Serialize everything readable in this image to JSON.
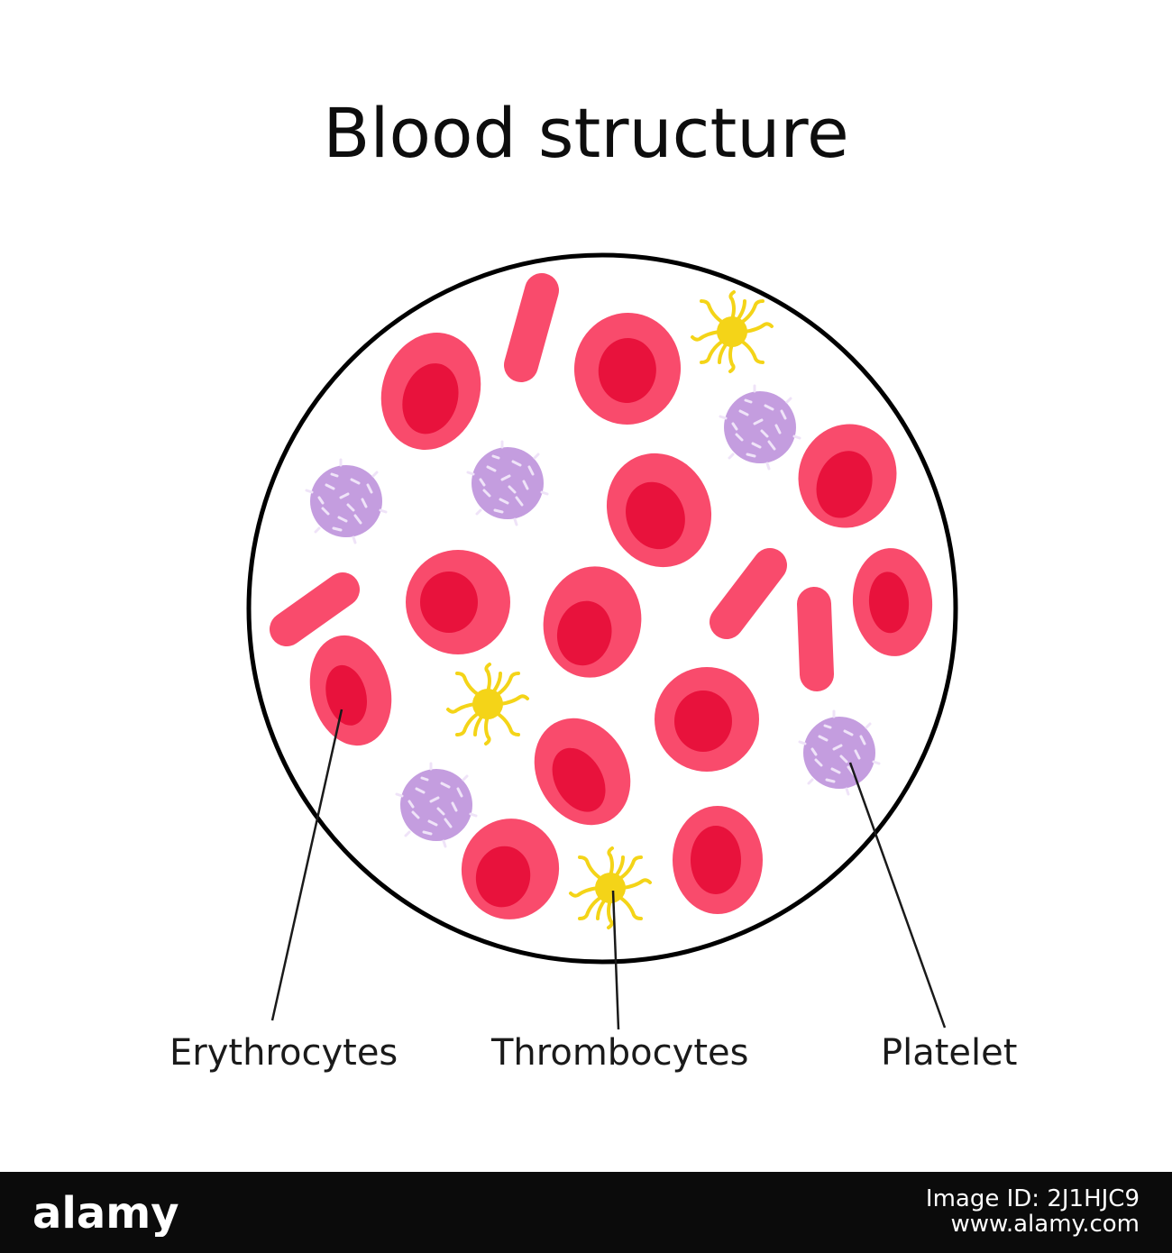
{
  "title": "Blood structure",
  "labels": {
    "erythrocytes": "Erythrocytes",
    "thrombocytes": "Thrombocytes",
    "platelet": "Platelet"
  },
  "colors": {
    "background": "#ffffff",
    "outline": "#000000",
    "erythrocyte_outer": "#f94b6c",
    "erythrocyte_inner": "#e8123c",
    "leukocyte_body": "#c49ddf",
    "leukocyte_marks": "#efe3f8",
    "thrombocyte": "#f4d418",
    "footer": "#0b0b0b"
  },
  "footer": {
    "brand": "alamy",
    "image_id_label": "Image ID: 2J1HJC9",
    "site": "www.alamy.com"
  }
}
